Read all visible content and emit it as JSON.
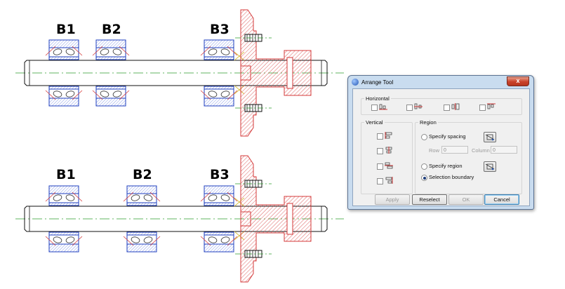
{
  "drawing": {
    "top_labels": [
      "B1",
      "B2",
      "B3"
    ],
    "bottom_labels": [
      "B1",
      "B2",
      "B3"
    ]
  },
  "dialog": {
    "title": "Arrange Tool",
    "close_label": "x",
    "horizontal": {
      "label": "Horizontal",
      "options": [
        "align-bottom-icon",
        "align-middle-icon",
        "distribute-center-icon",
        "align-top-icon"
      ]
    },
    "vertical": {
      "label": "Vertical",
      "options": [
        "align-left-icon",
        "align-center-icon",
        "distribute-middle-icon",
        "align-right-icon"
      ]
    },
    "region": {
      "label": "Region",
      "specify_spacing": "Specify spacing",
      "row_label": "Row",
      "row_value": "0",
      "column_label": "Column",
      "column_value": "0",
      "specify_region": "Specify region",
      "selection_boundary": "Selection boundary",
      "selected": "selection_boundary"
    },
    "buttons": {
      "apply": "Apply",
      "reselect": "Reselect",
      "ok": "OK",
      "cancel": "Cancel"
    }
  },
  "colors": {
    "hatch": "#d43a3a",
    "centerline": "#2e9c2e",
    "bearing_outline": "#1f3fbf",
    "dialog_frame": "#c9dcef"
  }
}
